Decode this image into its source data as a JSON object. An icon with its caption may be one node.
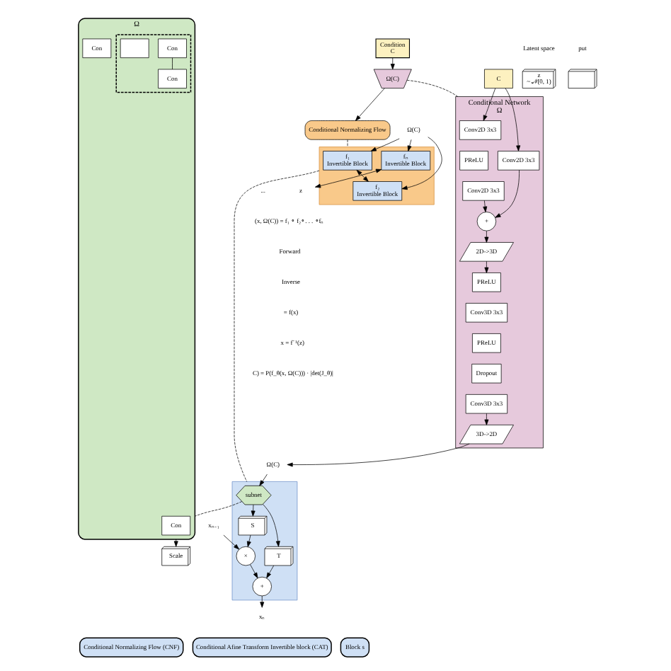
{
  "diagram": {
    "nodes": [
      {
        "text": [
          "Condition",
          "C"
        ]
      },
      {
        "text": [
          "Ω(C)"
        ]
      },
      {
        "text": [
          "Conditional Normalizing Flow"
        ]
      },
      {
        "text": [
          "z",
          "~ 𝒩(0, 1)"
        ],
        "beside": [
          "Latent space"
        ]
      },
      {
        "text": [],
        "shape": "cube",
        "beside": [
          "put"
        ]
      },
      {
        "text": [
          "Ω(C)"
        ]
      },
      {
        "text": [],
        "shape": "box"
      },
      {
        "text": [
          "f₁",
          "Invertible Block"
        ],
        "in": 6
      },
      {
        "text": [
          "f₂",
          "Invertible Block"
        ],
        "in": 6
      },
      {
        "text": [
          "fₙ",
          "Invertible Block"
        ],
        "in": 6
      },
      {
        "text": [
          "z"
        ]
      },
      {
        "text": [
          "Conditional Network",
          "Ω"
        ]
      },
      {
        "text": [
          "C"
        ]
      },
      {
        "text": [
          "Conv2D 3x3"
        ],
        "in": 11
      },
      {
        "text": [
          "PReLU"
        ],
        "in": 11
      },
      {
        "text": [
          "Conv2D 3x3"
        ],
        "in": 11
      },
      {
        "text": [
          "Conv2D 3x3"
        ],
        "in": 11
      },
      {
        "text": [
          "+"
        ],
        "in": 11
      },
      {
        "text": [
          "2D->3D"
        ],
        "in": 11
      },
      {
        "text": [
          "PReLU"
        ],
        "in": 11
      },
      {
        "text": [
          "Conv3D 3x3"
        ],
        "in": 11
      },
      {
        "text": [
          "PReLU"
        ],
        "in": 11
      },
      {
        "text": [
          "Dropout"
        ],
        "in": 11
      },
      {
        "text": [
          "Conv3D 3x3"
        ],
        "in": 11
      },
      {
        "text": [
          "3D->2D"
        ],
        "in": 11
      },
      {
        "text": [
          "Ω(C)"
        ]
      },
      {
        "text": [],
        "shape": "box"
      },
      {
        "text": [
          "subnet"
        ],
        "in": 26
      },
      {
        "text": [
          "S"
        ],
        "in": 26
      },
      {
        "text": [
          "T"
        ],
        "in": 26
      },
      {
        "text": [
          "×"
        ],
        "in": 26
      },
      {
        "text": [
          "+"
        ],
        "in": 26
      },
      {
        "text": [
          "xₙ₋₁"
        ]
      },
      {
        "text": [
          "xₙ"
        ]
      },
      {
        "text": [],
        "shape": "hexagon",
        "beside": [
          "Ω"
        ]
      },
      {
        "text": [
          "Con"
        ],
        "in": 34
      },
      {
        "text": [],
        "shape": "box",
        "in": 34
      },
      {
        "text": [
          "Con"
        ],
        "in": 36
      },
      {
        "text": [
          "Con"
        ],
        "in": 36
      },
      {
        "text": [],
        "shape": "box",
        "in": 36
      },
      {
        "text": [
          "Con"
        ],
        "in": 34
      },
      {
        "text": [
          "Scale"
        ]
      },
      {
        "text": [
          "Conditional Normalizing Flow (CNF)"
        ]
      },
      {
        "text": [
          "Conditional Afine Transform Invertible block (CAT)"
        ]
      },
      {
        "text": [
          "Block s"
        ]
      }
    ],
    "edges": [
      {
        "from": 0,
        "to": 1,
        "arrow": "to"
      },
      {
        "from": 1,
        "to": 2,
        "arrow": "to"
      },
      {
        "from": 5,
        "to": 7,
        "arrow": "to"
      },
      {
        "from": 5,
        "to": 8,
        "arrow": "to"
      },
      {
        "from": 5,
        "to": 9,
        "arrow": "to"
      },
      {
        "from": 7,
        "to": 8,
        "arrow": "both"
      },
      {
        "from": 9,
        "to": 10,
        "arrow": "both"
      },
      {
        "from": 2,
        "to": 6,
        "arrow": "none",
        "style": "dashed"
      },
      {
        "from": 1,
        "to": 11,
        "arrow": "none",
        "style": "dashed"
      },
      {
        "from": 12,
        "to": 13,
        "arrow": "to"
      },
      {
        "from": 12,
        "to": 16,
        "arrow": "to"
      },
      {
        "from": 15,
        "to": 17,
        "arrow": "to"
      },
      {
        "from": 16,
        "to": 17,
        "arrow": "to"
      },
      {
        "from": 17,
        "to": 18,
        "arrow": "to"
      },
      {
        "from": 18,
        "to": 19,
        "arrow": "to"
      },
      {
        "from": 23,
        "to": 24,
        "arrow": "to"
      },
      {
        "from": 24,
        "to": 25,
        "arrow": "to"
      },
      {
        "from": 6,
        "to": 26,
        "arrow": "none",
        "style": "dashed"
      },
      {
        "from": 25,
        "to": 27,
        "arrow": "to"
      },
      {
        "from": 27,
        "to": 28,
        "arrow": "to"
      },
      {
        "from": 27,
        "to": 29,
        "arrow": "to"
      },
      {
        "from": 28,
        "to": 30,
        "arrow": "to"
      },
      {
        "from": 29,
        "to": 31,
        "arrow": "to"
      },
      {
        "from": 32,
        "to": 30,
        "arrow": "to"
      },
      {
        "from": 30,
        "to": 31,
        "arrow": "to"
      },
      {
        "from": 31,
        "to": 33,
        "arrow": "to"
      },
      {
        "from": 27,
        "to": 34,
        "arrow": "none",
        "style": "dashed"
      },
      {
        "from": 37,
        "to": 38,
        "arrow": "none"
      },
      {
        "from": 34,
        "to": 41,
        "arrow": "to"
      }
    ],
    "labels": [
      "...",
      "(x, Ω(C)) = f₁ ∘ f₂∘. . . ∘fₙ",
      "Forward",
      "Inverse",
      "= f(x)",
      "x = f⁻¹(z)",
      "C) = P(f_θ(x, Ω(C))) · |det(J_θ)|"
    ]
  }
}
